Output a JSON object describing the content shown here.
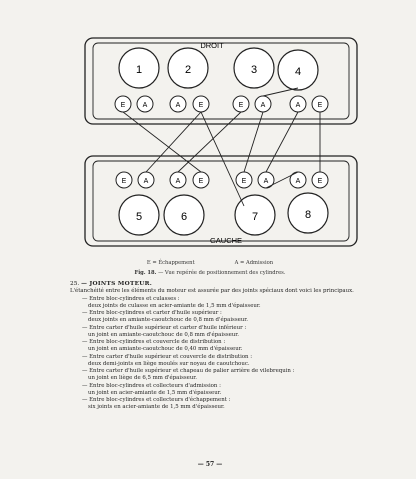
{
  "figure": {
    "label_top": "DROIT",
    "label_bottom": "GAUCHE",
    "top_cylinders": [
      "1",
      "2",
      "3",
      "4"
    ],
    "bottom_cylinders": [
      "5",
      "6",
      "7",
      "8"
    ],
    "top_valves": [
      "E",
      "A",
      "A",
      "E",
      "E",
      "A",
      "A",
      "E"
    ],
    "bottom_valves": [
      "E",
      "A",
      "A",
      "E",
      "E",
      "A",
      "A",
      "E"
    ],
    "legend_e": "E = Échappement",
    "legend_a": "A = Admission",
    "caption_num": "Fig. 18.",
    "caption_text": "— Vue repérée de positionnement des cylindres."
  },
  "section": {
    "number": "25.",
    "title": "— JOINTS MOTEUR.",
    "intro": "L'étanchéité entre les éléments du moteur est assurée par des joints spéciaux dont voici les principaux.",
    "items": [
      {
        "line": "— Entre bloc-cylindres et culasses :",
        "detail": "deux joints de culasse en acier-amiante de 1,5 mm d'épaisseur."
      },
      {
        "line": "— Entre bloc-cylindres et carter d'huile supérieur :",
        "detail": "deux joints en amiante-caoutchouc de 0,8 mm d'épaisseur."
      },
      {
        "line": "— Entre carter d'huile supérieur et carter d'huile inférieur :",
        "detail": "un joint en amiante-caoutchouc de 0,8 mm d'épaisseur."
      },
      {
        "line": "— Entre bloc-cylindres et couvercle de distribution :",
        "detail": "un joint en amiante-caoutchouc de 0,40 mm d'épaisseur."
      },
      {
        "line": "— Entre carter d'huile supérieur et couvercle de distribution :",
        "detail": "deux demi-joints en liège moulés sur noyau de caoutchouc."
      },
      {
        "line": "— Entre carter d'huile supérieur et chapeau de palier arrière de vilebrequin :",
        "detail": "un joint en liège de 6,5 mm d'épaisseur."
      },
      {
        "line": "— Entre bloc-cylindres et collecteurs d'admission :",
        "detail": "un joint en acier-amiante de 1,5 mm d'épaisseur."
      },
      {
        "line": "— Entre bloc-cylindres et collecteurs d'échappement :",
        "detail": "six joints en acier-amiante de 1,5 mm d'épaisseur."
      }
    ]
  },
  "page_number": "— 57 —"
}
